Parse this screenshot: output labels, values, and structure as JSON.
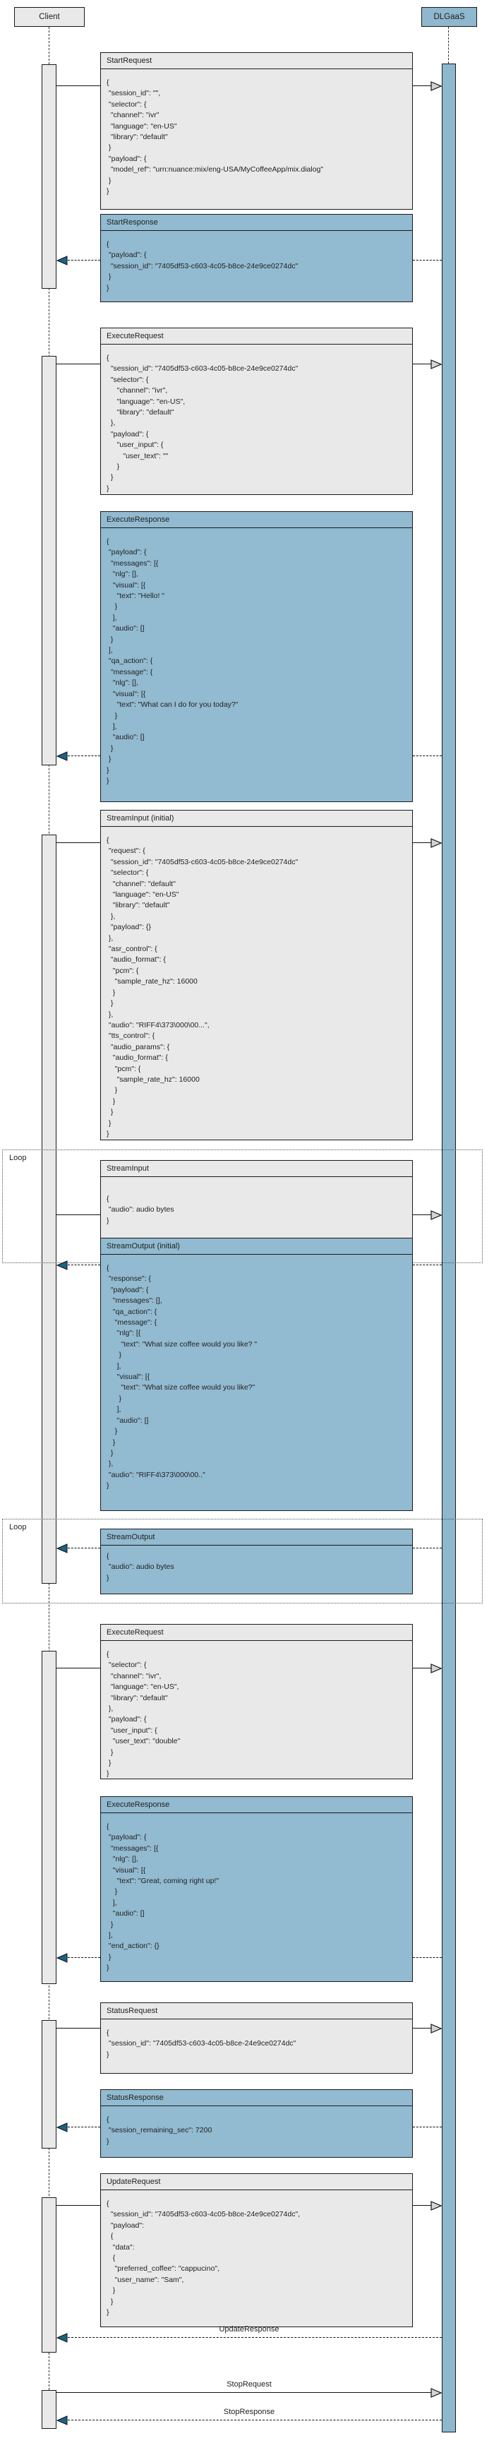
{
  "diagram": {
    "participants": [
      {
        "name": "Client"
      },
      {
        "name": "DLGaaS"
      }
    ],
    "fragments": [
      {
        "label": "Loop"
      },
      {
        "label": "Loop"
      }
    ],
    "theme": {
      "client_fill": "#e9e9e9",
      "service_fill": "#8fb7cd",
      "request_box_fill": "#e9e9e9",
      "response_box_fill": "#92bad0",
      "border": "#1a1a1a",
      "response_arrow": "#1b6387",
      "request_arrowhead_fill": "#d4d4d4",
      "text": "#222222"
    },
    "messages": {
      "start_request": {
        "title": "StartRequest",
        "body": "{\n \"session_id\": \"\",\n \"selector\": {\n  \"channel\": \"ivr\"\n  \"language\": \"en-US\"\n  \"library\": \"default\"\n }\n \"payload\": {\n  \"model_ref\": \"urn:nuance:mix/eng-USA/MyCoffeeApp/mix.dialog\"\n }\n}"
      },
      "start_response": {
        "title": "StartResponse",
        "body": "{\n \"payload\": {\n  \"session_id\": \"7405df53-c603-4c05-b8ce-24e9ce0274dc\"\n }\n}"
      },
      "execute_request": {
        "title": "ExecuteRequest",
        "body": "{\n  \"session_id\": \"7405df53-c603-4c05-b8ce-24e9ce0274dc\"\n  \"selector\": {\n     \"channel\": \"ivr\",\n     \"language\": \"en-US\",\n     \"library\": \"default\"\n  },\n  \"payload\": {\n     \"user_input\": {\n        \"user_text\": \"\"\n     }\n  }\n}"
      },
      "execute_response": {
        "title": "ExecuteResponse",
        "body": "{\n \"payload\": {\n  \"messages\": [{\n   \"nlg\": [],\n   \"visual\": [{\n     \"text\": \"Hello! \"\n    }\n   ],\n   \"audio\": []\n  }\n ],\n \"qa_action\": {\n  \"message\": {\n   \"nlg\": [],\n   \"visual\": [{\n     \"text\": \"What can I do for you today?\"\n    }\n   ],\n   \"audio\": []\n  }\n }\n}\n}"
      },
      "stream_input_initial": {
        "title": "StreamInput (initial)",
        "body": "{\n \"request\": {\n  \"session_id\": \"7405df53-c603-4c05-b8ce-24e9ce0274dc\"\n  \"selector\": {\n   \"channel\": \"default\"\n   \"language\": \"en-US\"\n   \"library\": \"default\"\n  },\n  \"payload\": {}\n },\n \"asr_control\": {\n  \"audio_format\": {\n   \"pcm\": {\n    \"sample_rate_hz\": 16000\n   }\n  }\n },\n \"audio\": \"RIFF4\\373\\000\\00...\",\n \"tts_control\": {\n  \"audio_params\": {\n   \"audio_format\": {\n    \"pcm\": {\n     \"sample_rate_hz\": 16000\n    }\n   }\n  }\n }\n}"
      },
      "stream_input_loop": {
        "title": "StreamInput",
        "body": "{\n \"audio\": audio bytes\n}"
      },
      "stream_output_initial": {
        "title": "StreamOutput (initial)",
        "body": "{\n \"response\": {\n  \"payload\": {\n   \"messages\": [],\n   \"qa_action\": {\n    \"message\": {\n     \"nlg\": [{\n       \"text\": \"What size coffee would you like? \"\n      }\n     ],\n     \"visual\": [{\n       \"text\": \"What size coffee would you like?\"\n      }\n     ],\n     \"audio\": []\n    }\n   }\n  }\n },\n \"audio\": \"RIFF4\\373\\000\\00..\"\n}"
      },
      "stream_output_loop": {
        "title": "StreamOutput",
        "body": "{\n \"audio\": audio bytes\n}"
      },
      "execute_request2": {
        "title": "ExecuteRequest",
        "body": "{\n \"selector\": {\n  \"channel\": \"ivr\",\n  \"language\": \"en-US\",\n  \"library\": \"default\"\n },\n \"payload\": {\n  \"user_input\": {\n   \"user_text\": \"double\"\n  }\n }\n}"
      },
      "execute_response2": {
        "title": "ExecuteResponse",
        "body": "{\n \"payload\": {\n  \"messages\": [{\n   \"nlg\": [],\n   \"visual\": [{\n     \"text\": \"Great, coming right up!\"\n    }\n   ],\n   \"audio\": []\n  }\n ],\n \"end_action\": {}\n }\n}"
      },
      "status_request": {
        "title": "StatusRequest",
        "body": "{\n \"session_id\": \"7405df53-c603-4c05-b8ce-24e9ce0274dc\"\n}"
      },
      "status_response": {
        "title": "StatusResponse",
        "body": "{\n \"session_remaining_sec\": 7200\n}"
      },
      "update_request": {
        "title": "UpdateRequest",
        "body": "{\n  \"session_id\": \"7405df53-c603-4c05-b8ce-24e9ce0274dc\",\n  \"payload\":\n  {\n   \"data\":\n   {\n    \"preferred_coffee\": \"cappucino\",\n    \"user_name\": \"Sam\",\n   }\n  }\n}"
      },
      "update_response": {
        "label": "UpdateResponse"
      },
      "stop_request": {
        "label": "StopRequest"
      },
      "stop_response": {
        "label": "StopResponse"
      }
    }
  }
}
